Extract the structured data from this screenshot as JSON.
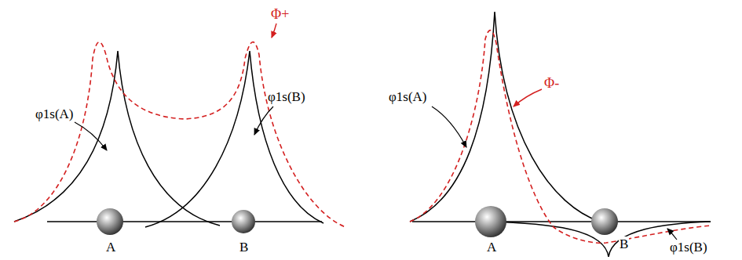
{
  "diagram": {
    "labels": [
      "φ1s(A)",
      "Φ+",
      "φ1s(B)",
      "A",
      "B",
      "φ1s(A)",
      "Φ-",
      "A",
      "B",
      "φ1s(B)"
    ]
  }
}
